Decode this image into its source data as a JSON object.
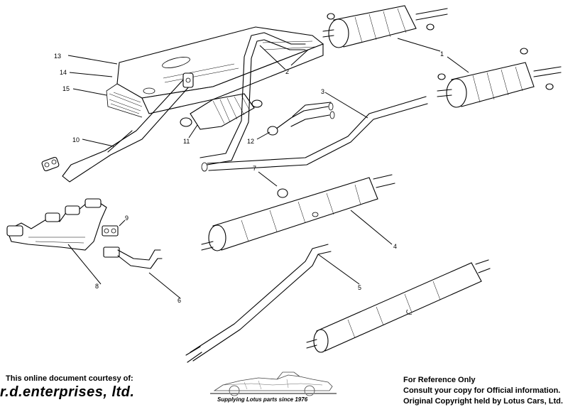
{
  "diagram": {
    "callouts": [
      "1",
      "2",
      "3",
      "4",
      "5",
      "6",
      "7",
      "8",
      "9",
      "10",
      "11",
      "12",
      "13",
      "14",
      "15"
    ]
  },
  "footer": {
    "courtesy": "This online document courtesy of:",
    "company": "r.d.enterprises, ltd.",
    "tagline": "Supplying Lotus parts since 1976",
    "notes": [
      "For Reference Only",
      "Consult your copy for Official information.",
      "Original Copyright held by Lotus Cars, Ltd."
    ]
  }
}
